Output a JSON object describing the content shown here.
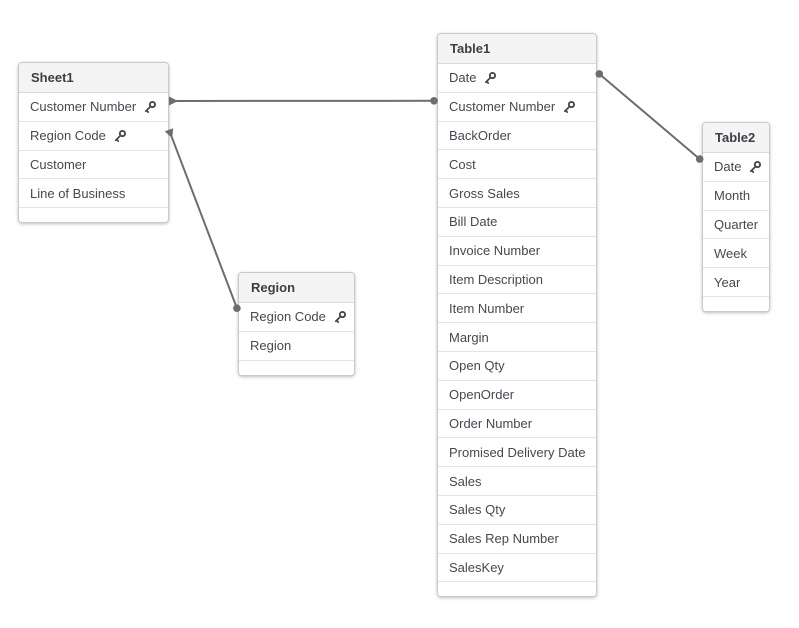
{
  "app": {
    "view_name": "data-model-viewer"
  },
  "colors": {
    "background": "#ffffff",
    "table_border": "#c9c9c9",
    "header_bg": "#f4f4f4",
    "header_text": "#3b3e44",
    "field_text": "#444851",
    "row_separator": "#e5e5e5",
    "connector": "#6d6d6d",
    "key_icon": "#45494e"
  },
  "diagram": {
    "tables": [
      {
        "name": "Sheet1",
        "fields": [
          {
            "label": "Customer Number",
            "key": true
          },
          {
            "label": "Region Code",
            "key": true
          },
          {
            "label": "Customer",
            "key": false
          },
          {
            "label": "Line of Business",
            "key": false
          }
        ]
      },
      {
        "name": "Table1",
        "fields": [
          {
            "label": "Date",
            "key": true
          },
          {
            "label": "Customer Number",
            "key": true
          },
          {
            "label": "BackOrder",
            "key": false
          },
          {
            "label": "Cost",
            "key": false
          },
          {
            "label": "Gross Sales",
            "key": false
          },
          {
            "label": "Bill Date",
            "key": false
          },
          {
            "label": "Invoice Number",
            "key": false
          },
          {
            "label": "Item Description",
            "key": false
          },
          {
            "label": "Item Number",
            "key": false
          },
          {
            "label": "Margin",
            "key": false
          },
          {
            "label": "Open Qty",
            "key": false
          },
          {
            "label": "OpenOrder",
            "key": false
          },
          {
            "label": "Order Number",
            "key": false
          },
          {
            "label": "Promised Delivery Date",
            "key": false
          },
          {
            "label": "Sales",
            "key": false
          },
          {
            "label": "Sales Qty",
            "key": false
          },
          {
            "label": "Sales Rep Number",
            "key": false
          },
          {
            "label": "SalesKey",
            "key": false
          }
        ]
      },
      {
        "name": "Table2",
        "fields": [
          {
            "label": "Date",
            "key": true
          },
          {
            "label": "Month",
            "key": false
          },
          {
            "label": "Quarter",
            "key": false
          },
          {
            "label": "Week",
            "key": false
          },
          {
            "label": "Year",
            "key": false
          }
        ]
      },
      {
        "name": "Region",
        "fields": [
          {
            "label": "Region Code",
            "key": true
          },
          {
            "label": "Region",
            "key": false
          }
        ]
      }
    ],
    "connections": [
      {
        "from_table": "Sheet1",
        "from_field": "Customer Number",
        "to_table": "Table1",
        "to_field": "Customer Number",
        "start_marker": "arrow",
        "end_marker": "dot"
      },
      {
        "from_table": "Sheet1",
        "from_field": "Region Code",
        "to_table": "Region",
        "to_field": "Region Code",
        "start_marker": "arrow",
        "end_marker": "dot"
      },
      {
        "from_table": "Table1",
        "from_field": "Date",
        "to_table": "Table2",
        "to_field": "Date",
        "start_marker": "dot",
        "end_marker": "dot"
      }
    ]
  }
}
